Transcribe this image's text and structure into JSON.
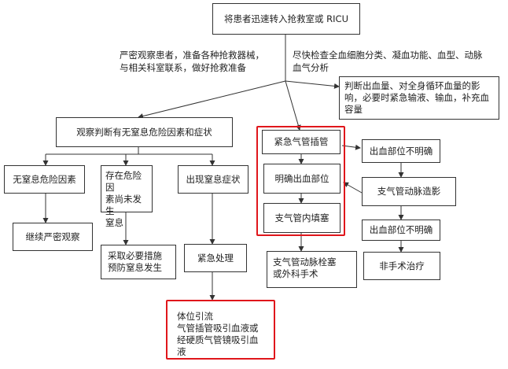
{
  "nodes": {
    "top": "将患者迅速转入抢救室或 RICU",
    "note_left": "严密观察患者，准备各种抢救器械，\n与相关科室联系，做好抢救准备",
    "note_right": "尽快检查全血细胞分类、凝血功能、血型、动脉\n血气分析",
    "assess_bleed": "判断出血量、对全身循环血量的影\n响，必要时紧急输液、输血，补充血\n容量",
    "observe": "观察判断有无窒息危险因素和症状",
    "no_risk": "无窒息危险因素",
    "risk_no_asphyxia": "存在危险因\n素尚未发生\n窒息",
    "asphyxia": "出现窒息症状",
    "continue_obs": "继续严密观察",
    "prevent": "采取必要措施\n预防窒息发生",
    "emergency": "紧急处理",
    "intubation": "紧急气管插管",
    "locate": "明确出血部位",
    "tamponade": "支气管内填塞",
    "unclear1": "出血部位不明确",
    "angiography": "支气管动脉造影",
    "unclear2": "出血部位不明确",
    "nonsurgical": "非手术治疗",
    "embolization": "支气管动脉栓塞\n或外科手术",
    "drainage": "体位引流\n气管插管吸引血液或\n经硬质气管镜吸引血液"
  },
  "colors": {
    "highlight": "#e0161b",
    "border": "#333333"
  }
}
